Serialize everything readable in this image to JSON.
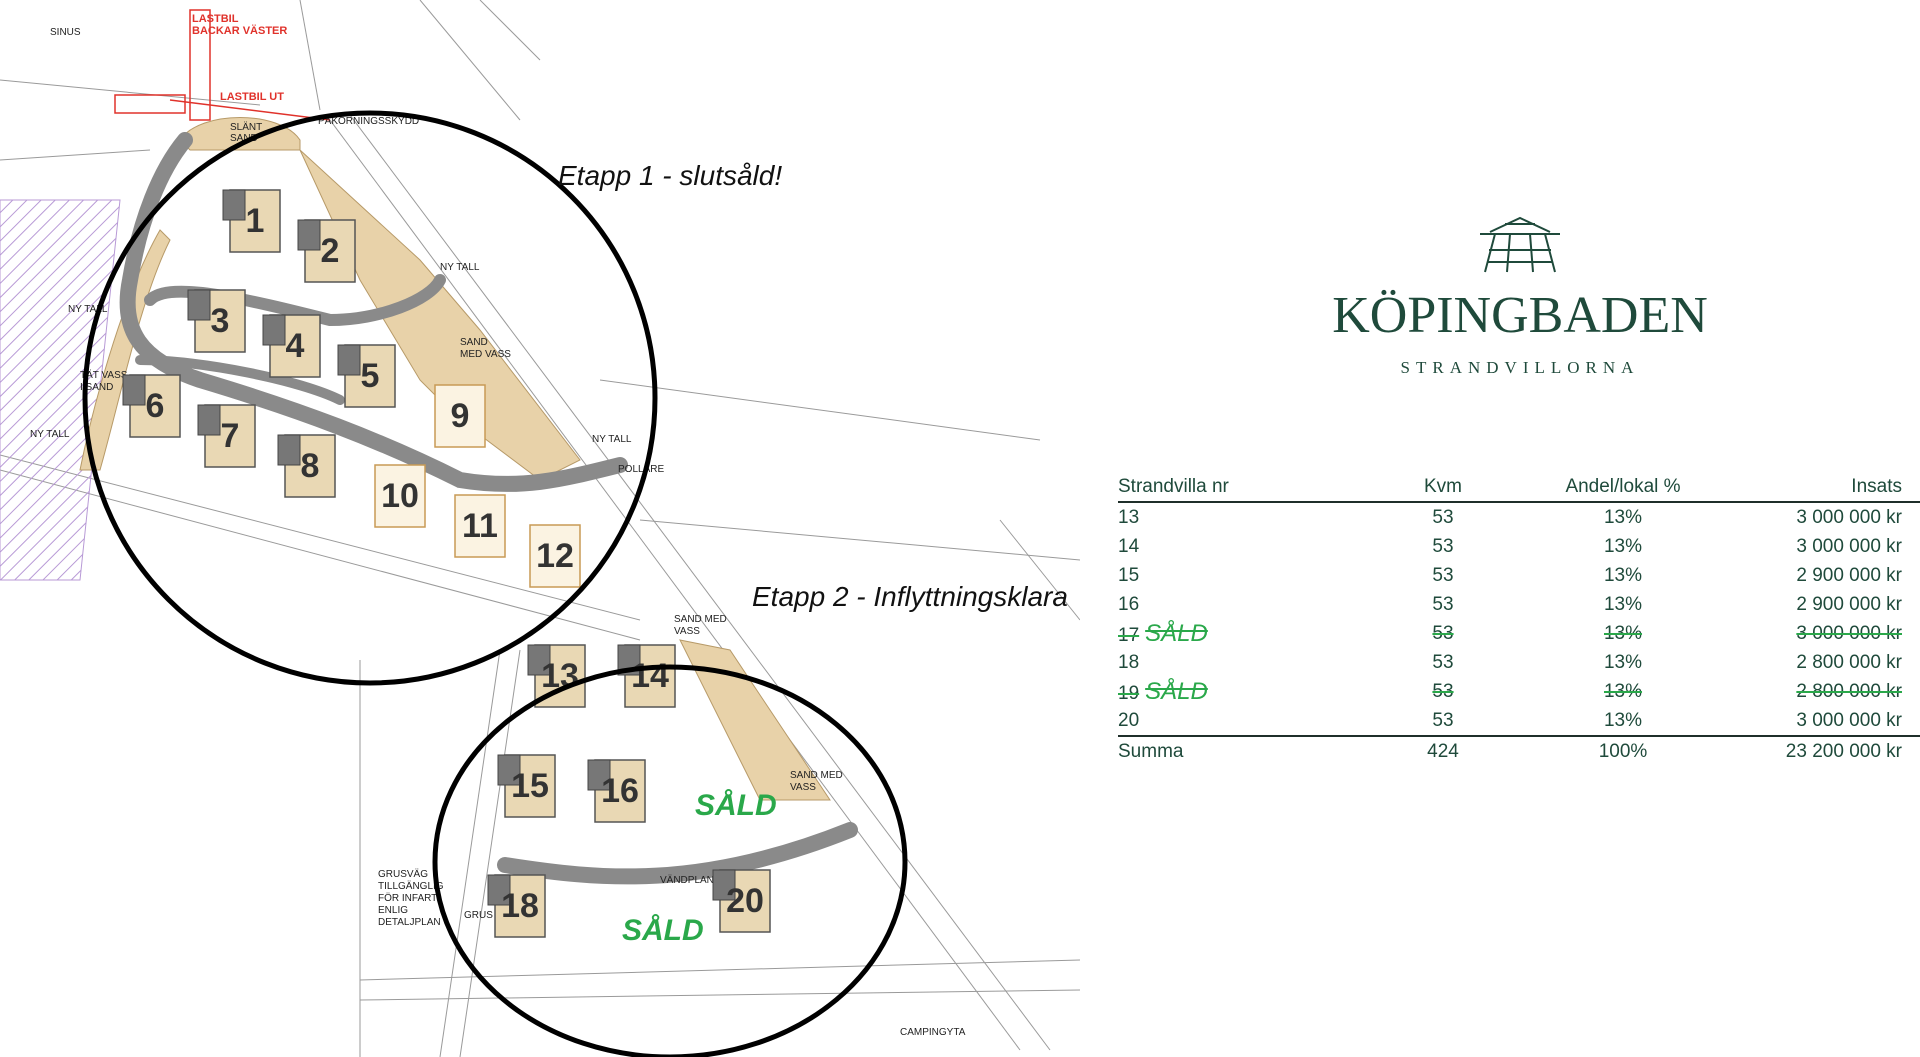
{
  "map": {
    "labels": {
      "sinus": "SINUS",
      "truck_back": "LASTBIL\nBACKAR VÄSTER",
      "truck_out": "LASTBIL UT",
      "slope_sand": "SLÄNT\nSAND",
      "collision_guard": "PÅKÖRNINGSSKYDD",
      "new_pine_1": "NY TALL",
      "new_pine_2": "NY TALL",
      "new_pine_3": "NY TALL",
      "new_pine_4": "NY TALL",
      "sand_reed_1": "SAND\nMED VASS",
      "dense_reed": "TÄT VASS\nI SAND",
      "bollard": "POLLARE",
      "sand_reed_2": "SAND MED\nVASS",
      "sand_reed_3": "SAND MED\nVASS",
      "gravel_road": "GRUSVÄG\nTILLGÄNGLIG\nFÖR INFART\nENLIG\nDETALJPLAN",
      "grus": "GRUS",
      "turning": "VÄNDPLAN",
      "campsite": "CAMPINGYTA"
    },
    "etapp1_title": "Etapp 1 - slutsåld!",
    "etapp2_title": "Etapp 2 - Inflyttningsklara",
    "lots": [
      "1",
      "2",
      "3",
      "4",
      "5",
      "6",
      "7",
      "8",
      "9",
      "10",
      "11",
      "12",
      "13",
      "14",
      "15",
      "16",
      "18",
      "20"
    ],
    "sold_stamp": "SÅLD",
    "colors": {
      "sand": "#e8d2a9",
      "road": "#8a8a8a",
      "house": "#e9d8b4",
      "circle": "#000000",
      "sold": "#2aa84a",
      "hatch": "#b89ad6"
    }
  },
  "brand": {
    "name": "KÖPINGBADEN",
    "sub": "STRANDVILLORNA",
    "color": "#1f4a3b"
  },
  "table": {
    "headers": {
      "nr": "Strandvilla nr",
      "kvm": "Kvm",
      "andel": "Andel/lokal %",
      "insats": "Insats"
    },
    "rows": [
      {
        "nr": "13",
        "kvm": "53",
        "andel": "13%",
        "insats": "3 000 000 kr",
        "sold": ""
      },
      {
        "nr": "14",
        "kvm": "53",
        "andel": "13%",
        "insats": "3 000 000 kr",
        "sold": ""
      },
      {
        "nr": "15",
        "kvm": "53",
        "andel": "13%",
        "insats": "2 900 000 kr",
        "sold": ""
      },
      {
        "nr": "16",
        "kvm": "53",
        "andel": "13%",
        "insats": "2 900 000 kr",
        "sold": ""
      },
      {
        "nr": "17",
        "kvm": "53",
        "andel": "13%",
        "insats": "3 000 000 kr",
        "sold": "SÅLD"
      },
      {
        "nr": "18",
        "kvm": "53",
        "andel": "13%",
        "insats": "2 800 000 kr",
        "sold": ""
      },
      {
        "nr": "19",
        "kvm": "53",
        "andel": "13%",
        "insats": "2 800 000 kr",
        "sold": "SÅLD"
      },
      {
        "nr": "20",
        "kvm": "53",
        "andel": "13%",
        "insats": "3 000 000 kr",
        "sold": ""
      }
    ],
    "sum": {
      "nr": "Summa",
      "kvm": "424",
      "andel": "100%",
      "insats": "23 200 000 kr"
    }
  }
}
